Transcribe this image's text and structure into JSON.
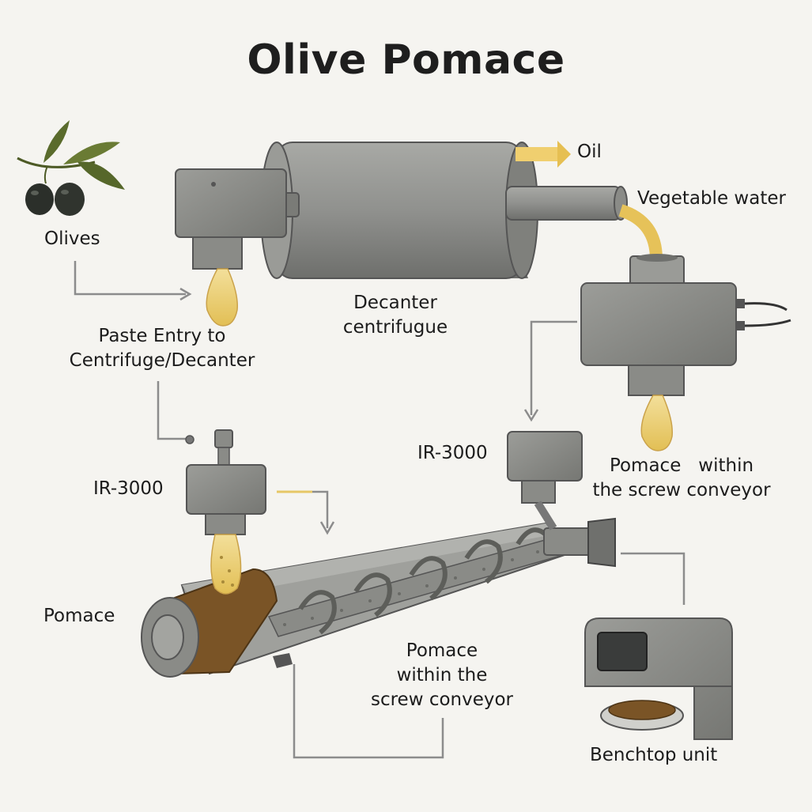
{
  "title": "Olive Pomace",
  "labels": {
    "olives": "Olives",
    "oil": "Oil",
    "vegetable_water": "Vegetable water",
    "decanter": [
      "Decanter",
      "centrifugue"
    ],
    "paste_entry": [
      "Paste Entry to",
      "Centrifuge/Decanter"
    ],
    "ir_left": "IR-3000",
    "ir_right": "IR-3000",
    "pomace_right": [
      "Pomace   within",
      "the screw conveyor"
    ],
    "pomace_left": "Pomace",
    "pomace_center": [
      "Pomace",
      "within the",
      "screw conveyor"
    ],
    "benchtop": "Benchtop unit"
  },
  "colors": {
    "metal": "#8f908d",
    "metal_dark": "#6f706d",
    "metal_light": "#a8a9a5",
    "oil": "#e9c96a",
    "pomace": "#7a5426",
    "leaf": "#5a6b2c",
    "olive": "#2b2f2a",
    "line": "#8c8c8c"
  }
}
